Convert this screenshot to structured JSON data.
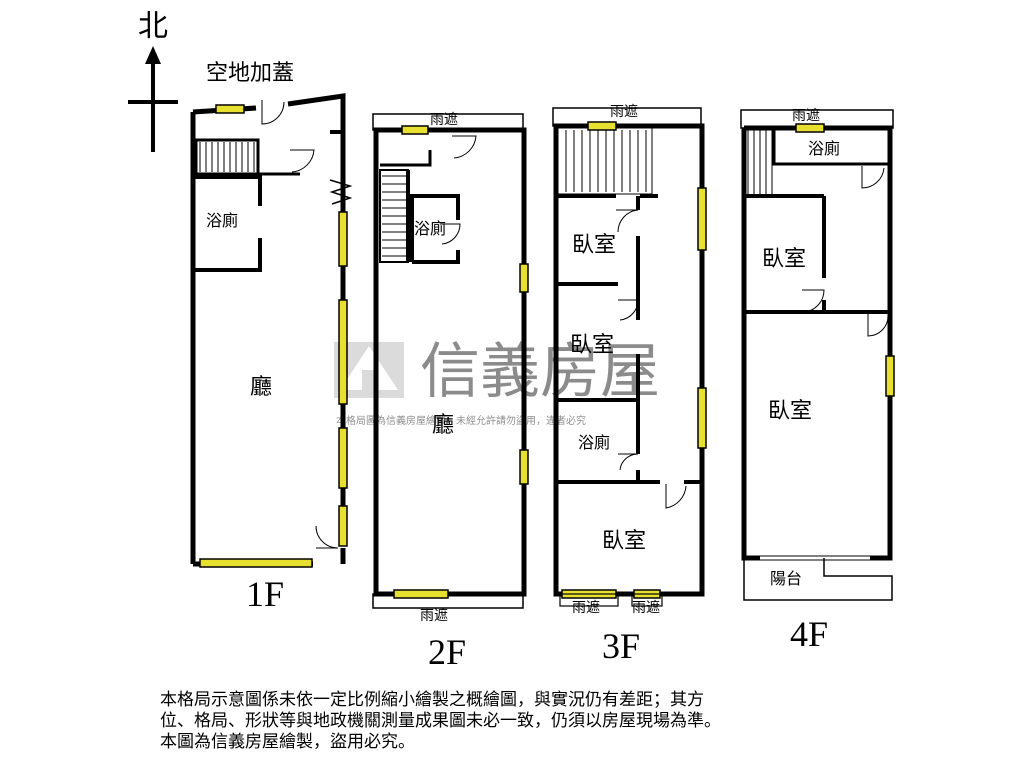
{
  "compass": {
    "north_label": "北"
  },
  "floors": {
    "f1": {
      "label": "1F",
      "rooms": {
        "addition": "空地加蓋",
        "bath": "浴廁",
        "living": "廳"
      }
    },
    "f2": {
      "label": "2F",
      "rooms": {
        "canopy_top": "雨遮",
        "bath": "浴廁",
        "living": "廳",
        "canopy_bottom": "雨遮"
      }
    },
    "f3": {
      "label": "3F",
      "rooms": {
        "canopy_top": "雨遮",
        "bedroom1": "臥室",
        "bedroom2": "臥室",
        "bath": "浴廁",
        "bedroom3": "臥室",
        "canopy_bottom_left": "雨遮",
        "canopy_bottom_right": "雨遮"
      }
    },
    "f4": {
      "label": "4F",
      "rooms": {
        "canopy_top": "雨遮",
        "bath": "浴廁",
        "bedroom1": "臥室",
        "bedroom2": "臥室",
        "balcony": "陽台"
      }
    }
  },
  "watermark": {
    "brand": "信義房屋",
    "notice": "本格局圖為信義房屋繪製，未經允許請勿盜用，違者必究"
  },
  "disclaimer": {
    "line1": "本格局示意圖係未依一定比例縮小繪製之概繪圖，與實況仍有差距；其方",
    "line2": "位、格局、形狀等與地政機關測量成果圖未必一致，仍須以房屋現場為準。",
    "line3": "本圖為信義房屋繪製，盜用必究。"
  },
  "colors": {
    "wall": "#000000",
    "window": "#e8e030",
    "watermark": "#bdbdbd"
  }
}
